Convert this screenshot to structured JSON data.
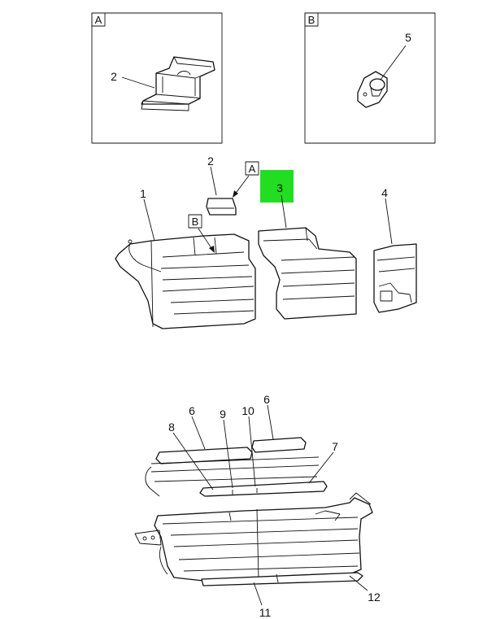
{
  "callouts": {
    "detail_a": "A",
    "detail_b": "B",
    "ref_a": "A",
    "ref_b": "B"
  },
  "labels": {
    "n1": "1",
    "n2_detail": "2",
    "n2": "2",
    "n3": "3",
    "n4": "4",
    "n5": "5",
    "n6a": "6",
    "n6b": "6",
    "n7": "7",
    "n8": "8",
    "n9": "9",
    "n10": "10",
    "n11": "11",
    "n12": "12"
  },
  "colors": {
    "highlight": "#22dd22",
    "line": "#111111"
  }
}
